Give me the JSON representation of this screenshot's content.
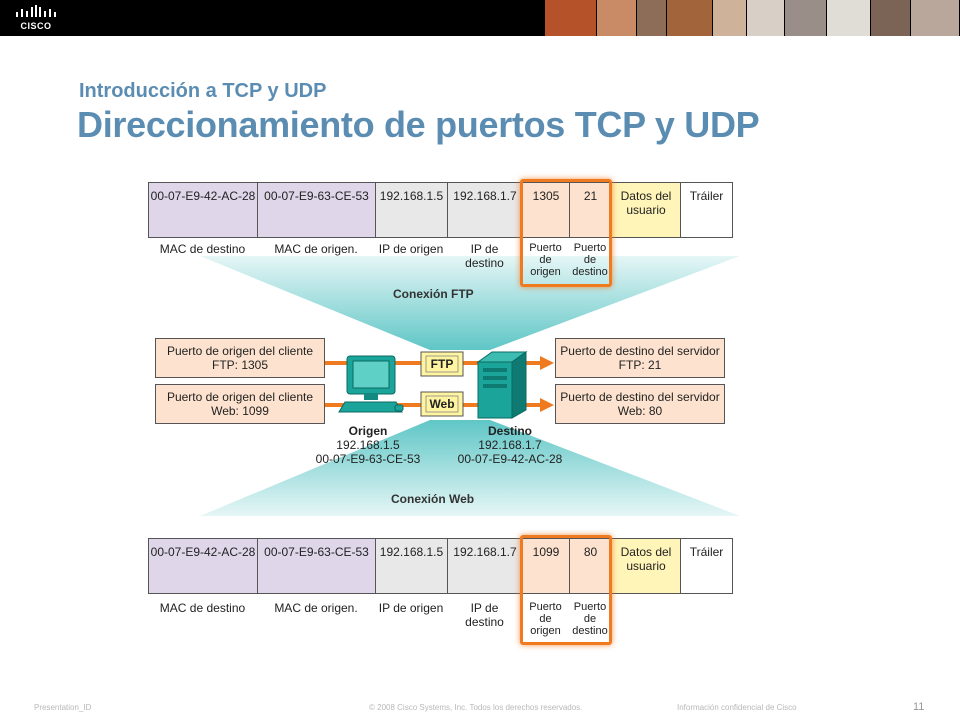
{
  "header": {
    "logo_text": "CISCO",
    "photos": [
      "#b5522a",
      "#c98a66",
      "#8d6d57",
      "#a2643b",
      "#cfb29a",
      "#d8cfc6",
      "#9a8f88",
      "#e0dcd6",
      "#7b6456",
      "#b8a79a"
    ]
  },
  "titles": {
    "subtitle": "Introducción a TCP y UDP",
    "title": "Direccionamiento de puertos TCP y UDP"
  },
  "frame_top": {
    "cells": [
      "00-07-E9-42-AC-28",
      "00-07-E9-63-CE-53",
      "192.168.1.5",
      "192.168.1.7",
      "1305",
      "21",
      "Datos del usuario",
      "Tráiler"
    ],
    "labels": [
      "MAC de destino",
      "MAC de origen.",
      "IP de origen",
      "IP de destino",
      "Puerto de origen",
      "Puerto de destino"
    ]
  },
  "frame_bottom": {
    "cells": [
      "00-07-E9-42-AC-28",
      "00-07-E9-63-CE-53",
      "192.168.1.5",
      "192.168.1.7",
      "1099",
      "80",
      "Datos del usuario",
      "Tráiler"
    ],
    "labels": [
      "MAC de destino",
      "MAC de origen.",
      "IP de origen",
      "IP de destino",
      "Puerto de origen",
      "Puerto de destino"
    ]
  },
  "connections": {
    "ftp": "Conexión FTP",
    "web": "Conexión Web"
  },
  "middle": {
    "client_ftp": "Puerto de origen del cliente FTP: 1305",
    "client_web": "Puerto de origen del cliente Web: 1099",
    "server_ftp": "Puerto de destino del servidor FTP: 21",
    "server_web": "Puerto de destino del servidor Web: 80",
    "tag_ftp": "FTP",
    "tag_web": "Web",
    "origin_title": "Origen",
    "origin_ip": "192.168.1.5",
    "origin_mac": "00-07-E9-63-CE-53",
    "dest_title": "Destino",
    "dest_ip": "192.168.1.7",
    "dest_mac": "00-07-E9-42-AC-28"
  },
  "footer": {
    "left": "Presentation_ID",
    "center": "© 2008 Cisco Systems, Inc. Todos los derechos reservados.",
    "right": "Información confidencial de Cisco",
    "page": "11"
  },
  "colors": {
    "title": "#5b8db3",
    "highlight": "#f07a20",
    "mac_cell": "#dfd6ea",
    "port_cell": "#fde3cf",
    "data_cell": "#fff5b8",
    "teal": "#5fc6c6"
  }
}
